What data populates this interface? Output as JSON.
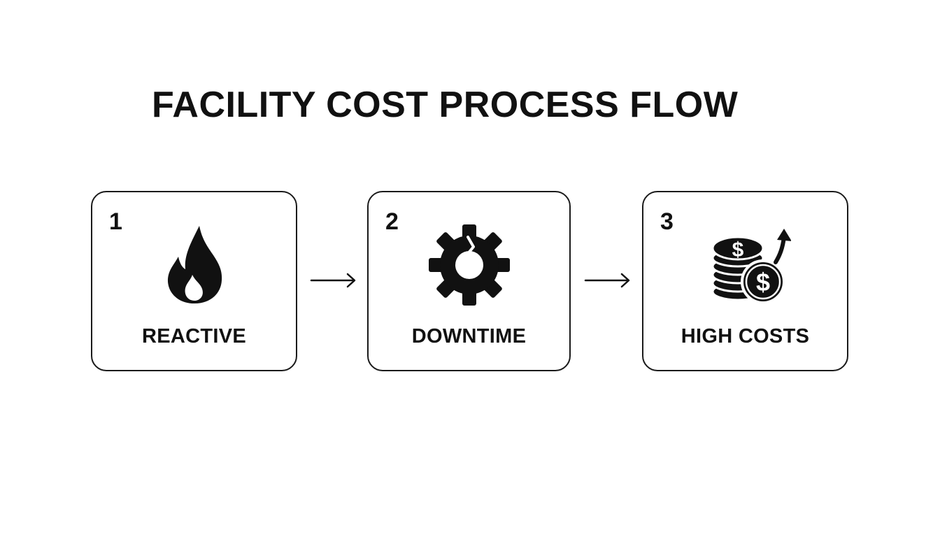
{
  "title": "FACILITY COST PROCESS FLOW",
  "steps": [
    {
      "number": "1",
      "label": "REACTIVE",
      "icon": "flame-icon"
    },
    {
      "number": "2",
      "label": "DOWNTIME",
      "icon": "broken-gear-icon"
    },
    {
      "number": "3",
      "label": "HIGH COSTS",
      "icon": "coins-rising-icon"
    }
  ],
  "colors": {
    "background": "#ffffff",
    "ink": "#111111"
  }
}
